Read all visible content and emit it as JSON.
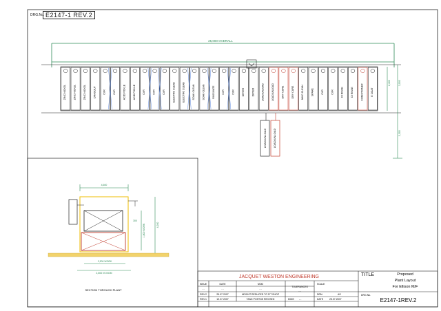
{
  "drawing": {
    "number_label": "DRG.No.",
    "number": "E2147-1 REV.2",
    "overall_dim": "25,000 OVERALL",
    "side_dims": [
      "2,400",
      "3,000",
      "2,300",
      "1,800"
    ]
  },
  "tanks": [
    "ZINC NICKEL",
    "ZINC NICKEL",
    "ZINC NICKEL",
    "DRAGOUT",
    "CVR",
    "CVR",
    "ACID PICKLE",
    "ACID PICKLE",
    "CVR",
    "CVR",
    "CVR",
    "ELECTRO CLEAN",
    "ELECTRO CLEAN",
    "SOAK CLEAN",
    "SOAK CLEAN",
    "PASSIVATE",
    "CVR",
    "CVR",
    "DRYER",
    "DRYER",
    "LOAD/UNLOAD",
    "LOAD/UNLOAD",
    "DRY CURE",
    "DRY CURE",
    "MILD CLEAN",
    "SPARE",
    "CVR",
    "CVR",
    "DI RINSE",
    "DI RINSE",
    "CONDITIONER",
    "E COAT"
  ],
  "load_stations": [
    "LOAD/UNLOAD",
    "LOAD/UNLOAD"
  ],
  "section": {
    "caption": "SECTION THROUGH PLANT",
    "dim_top": "4,600",
    "dim_right": "4,200",
    "dim_work_v": "1,800 WORK",
    "dim_work_h": "2,300 WORK",
    "dim_bottom": "2,600 I/S NOM",
    "dim_mid": "300"
  },
  "title_block": {
    "company": "JACQUET WESTON ENGINEERING",
    "title_label": "TITLE",
    "title_lines": [
      "Proposed",
      "Plant Layout",
      "For Ellison M/F"
    ],
    "headers": {
      "issue": "ISSUE",
      "date": "DATE",
      "mod": "MOD",
      "tolerances": "TOLERANCES",
      "scale": "SCALE"
    },
    "placeholder_row": {
      "issue": "- -",
      "date": "- -",
      "mod": "- -",
      "tol": "- -"
    },
    "revisions": [
      {
        "issue": "REV.2",
        "date": "25.07.2007",
        "mod": "HEIGHT REDUCED TO FIT SHOP"
      },
      {
        "issue": "REV.1",
        "date": "19.07.2007",
        "mod": "TANK POSTNS REVISED"
      }
    ],
    "drn_label": "DRN.",
    "drn": "AS",
    "dims_label": "DIMS",
    "dims": "- -",
    "date_label": "DATE",
    "date": "25.07.2007",
    "drgno_label": "DRG.No.",
    "drgno": "E2147-1REV.2"
  }
}
